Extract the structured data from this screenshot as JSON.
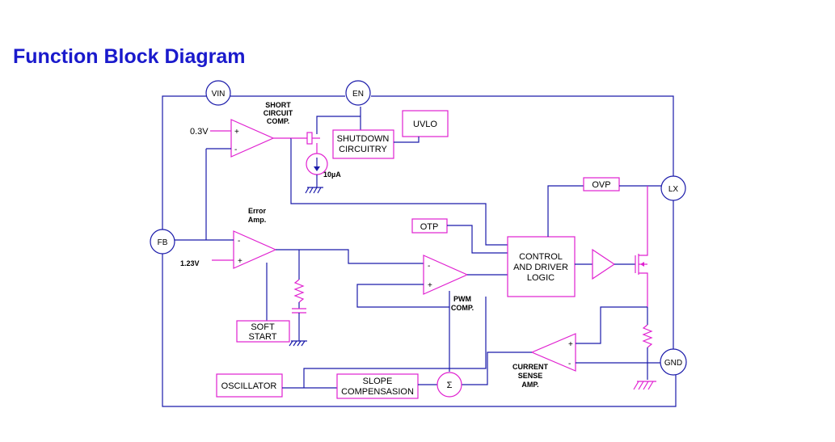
{
  "title": "Function Block Diagram",
  "colors": {
    "title": "#1a1acc",
    "wire": "#1a1aaa",
    "component": "#e020d0"
  },
  "pins": {
    "vin": "VIN",
    "en": "EN",
    "fb": "FB",
    "lx": "LX",
    "gnd": "GND"
  },
  "blocks": {
    "shutdown": [
      "SHUTDOWN",
      "CIRCUITRY"
    ],
    "uvlo": "UVLO",
    "ovp": "OVP",
    "otp": "OTP",
    "control": [
      "CONTROL",
      "AND DRIVER",
      "LOGIC"
    ],
    "soft_start": [
      "SOFT",
      "START"
    ],
    "oscillator": "OSCILLATOR",
    "slope": [
      "SLOPE",
      "COMPENSASION"
    ],
    "sum": "Σ"
  },
  "labels": {
    "short_circuit": [
      "SHORT",
      "CIRCUIT",
      "COMP."
    ],
    "error_amp": [
      "Error",
      "Amp."
    ],
    "pwm_comp": [
      "PWM",
      "COMP."
    ],
    "current_sense": [
      "CURRENT",
      "SENSE",
      "AMP."
    ],
    "ref_03": "0.3V",
    "ref_123": "1.23V",
    "current_source": "10µA",
    "plus": "+",
    "minus": "-"
  }
}
